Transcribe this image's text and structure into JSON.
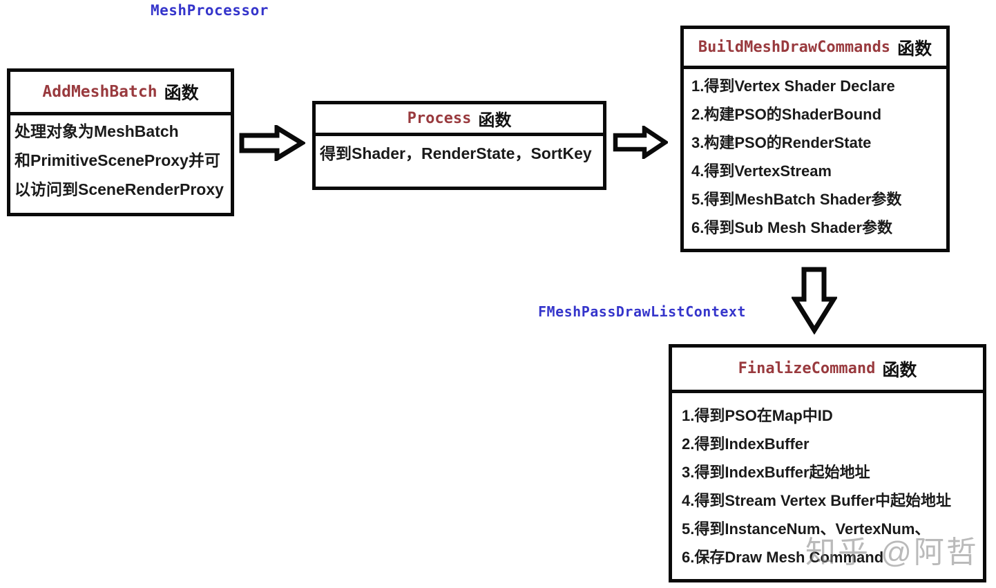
{
  "colors": {
    "title_red": "#993a3e",
    "label_blue": "#3535cb",
    "border_black": "#0a0a0a",
    "watermark_gray": "#828282",
    "background": "#ffffff"
  },
  "labels": {
    "mesh_processor": "MeshProcessor",
    "fmesh_pass_draw_list_context": "FMeshPassDrawListContext"
  },
  "icons": {
    "arrow_right_1": "flow-arrow-right",
    "arrow_right_2": "flow-arrow-right",
    "arrow_down": "flow-arrow-down"
  },
  "boxes": {
    "add_mesh_batch": {
      "title_code": "AddMeshBatch",
      "title_suffix": "函数",
      "lines": [
        "处理对象为MeshBatch",
        "和PrimitiveSceneProxy并可",
        "以访问到SceneRenderProxy"
      ]
    },
    "process": {
      "title_code": "Process",
      "title_suffix": "函数",
      "lines": [
        "得到Shader，RenderState，SortKey"
      ]
    },
    "build_mesh_draw_commands": {
      "title_code": "BuildMeshDrawCommands",
      "title_suffix": "函数",
      "items": [
        "1.得到Vertex Shader Declare",
        "2.构建PSO的ShaderBound",
        "3.构建PSO的RenderState",
        "4.得到VertexStream",
        "5.得到MeshBatch Shader参数",
        "6.得到Sub Mesh Shader参数"
      ]
    },
    "finalize_command": {
      "title_code": "FinalizeCommand",
      "title_suffix": "函数",
      "items": [
        "1.得到PSO在Map中ID",
        "2.得到IndexBuffer",
        "3.得到IndexBuffer起始地址",
        "4.得到Stream Vertex Buffer中起始地址",
        "5.得到InstanceNum、VertexNum、",
        "6.保存Draw Mesh Command"
      ]
    }
  },
  "watermark": "知乎 @阿哲"
}
